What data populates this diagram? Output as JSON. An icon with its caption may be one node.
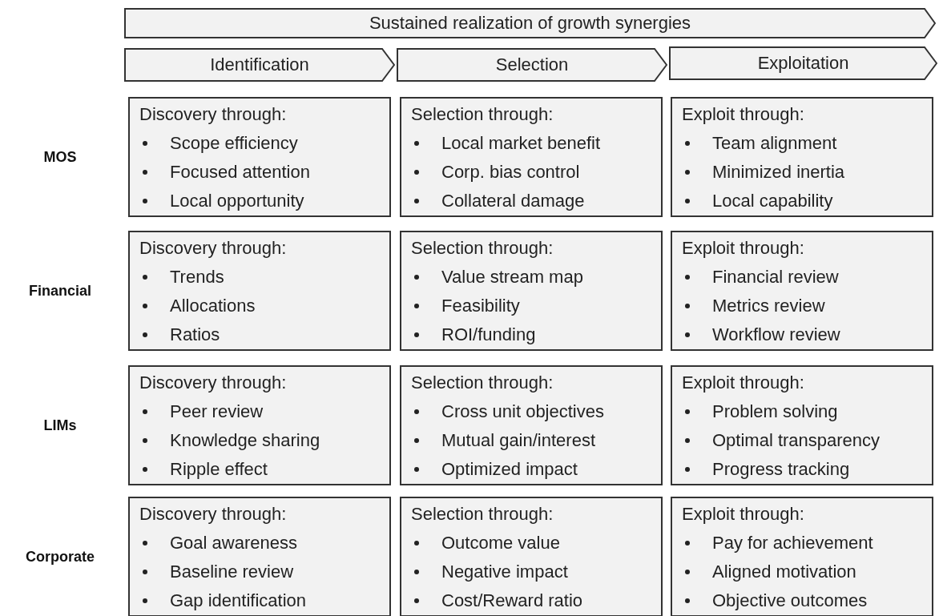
{
  "diagram": {
    "nodes": [
      {
        "text": [
          "Sustained realization of growth synergies"
        ]
      },
      {
        "text": [
          "Identification"
        ]
      },
      {
        "text": [
          "Selection"
        ]
      },
      {
        "text": [
          "Exploitation"
        ]
      },
      {
        "text": [
          "Discovery through:",
          "Scope efficiency",
          "Focused attention",
          "Local opportunity"
        ]
      },
      {
        "text": [
          "Selection through:",
          "Local market benefit",
          "Corp. bias control",
          "Collateral damage"
        ]
      },
      {
        "text": [
          "Exploit through:",
          "Team alignment",
          "Minimized inertia",
          "Local capability"
        ]
      },
      {
        "text": [
          "Discovery through:",
          "Trends",
          "Allocations",
          "Ratios"
        ]
      },
      {
        "text": [
          "Selection through:",
          "Value stream map",
          "Feasibility",
          "ROI/funding"
        ]
      },
      {
        "text": [
          "Exploit through:",
          "Financial review",
          "Metrics review",
          "Workflow review"
        ]
      },
      {
        "text": [
          "Discovery through:",
          "Peer review",
          "Knowledge sharing",
          "Ripple effect"
        ]
      },
      {
        "text": [
          "Selection through:",
          "Cross unit objectives",
          "Mutual gain/interest",
          "Optimized impact"
        ]
      },
      {
        "text": [
          "Exploit through:",
          "Problem solving",
          "Optimal transparency",
          "Progress tracking"
        ]
      },
      {
        "text": [
          "Discovery through:",
          "Goal awareness",
          "Baseline review",
          "Gap identification"
        ]
      },
      {
        "text": [
          "Selection through:",
          "Outcome value",
          "Negative impact",
          "Cost/Reward ratio"
        ]
      },
      {
        "text": [
          "Exploit through:",
          "Pay for achievement",
          "Aligned motivation",
          "Objective outcomes"
        ]
      }
    ],
    "edges": [],
    "labels": [
      "MOS",
      "Financial",
      "LIMs",
      "Corporate"
    ]
  }
}
